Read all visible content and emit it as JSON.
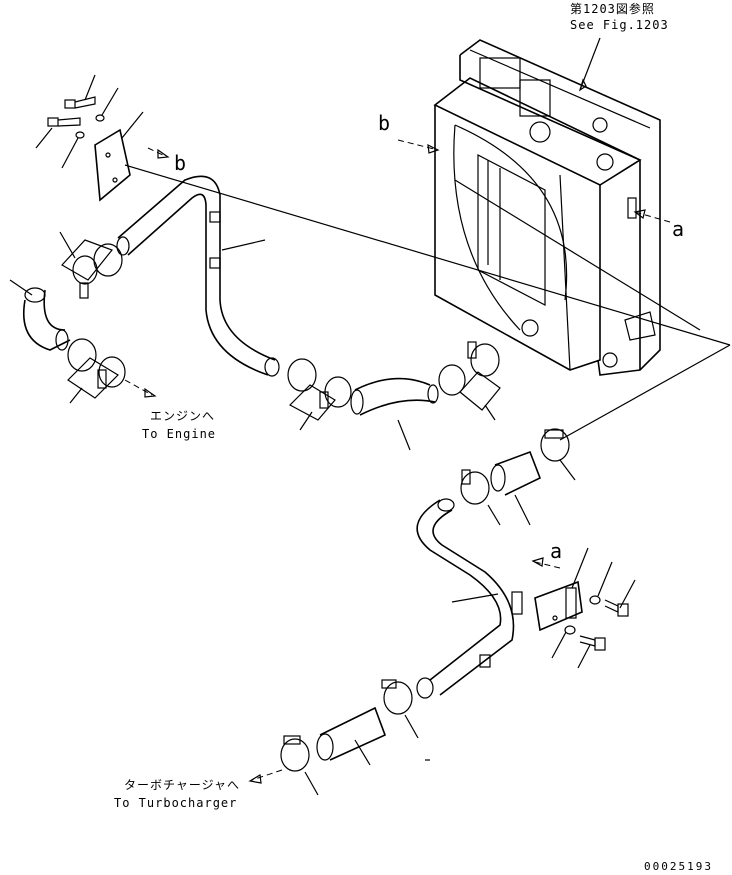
{
  "labels": {
    "fig_ref_jp": "第1203図参照",
    "fig_ref_en": "See Fig.1203",
    "to_engine_jp": "エンジンへ",
    "to_engine_en": "To Engine",
    "to_turbo_jp": "ターボチャージャへ",
    "to_turbo_en": "To Turbocharger",
    "ref_b_left": "b",
    "ref_b_right": "b",
    "ref_a_right": "a",
    "ref_a_lower": "a",
    "drawing_number": "00025193"
  }
}
